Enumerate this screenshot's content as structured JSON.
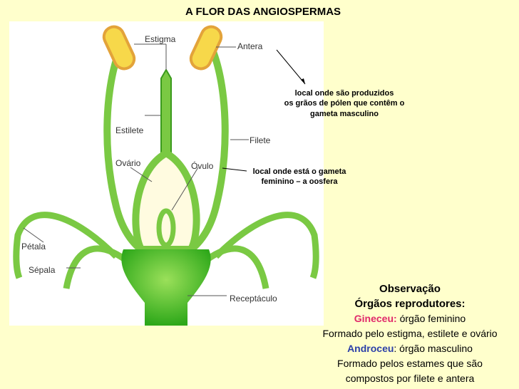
{
  "title": "A FLOR DAS ANGIOSPERMAS",
  "labels": {
    "estigma": "Estigma",
    "antera": "Antera",
    "estilete": "Estilete",
    "filete": "Filete",
    "ovario": "Ovário",
    "ovulo": "Óvulo",
    "petala": "Pétala",
    "sepala": "Sépala",
    "receptaculo": "Receptáculo"
  },
  "notes": {
    "antera_line1": "local onde são produzidos",
    "antera_line2": "os grãos de pólen que contêm o",
    "antera_line3": "gameta masculino",
    "ovulo_line1": "local onde está o gameta",
    "ovulo_line2": "feminino – a oosfera"
  },
  "observation": {
    "heading1": "Observação",
    "heading2": "Órgãos reprodutores:",
    "gineceu_term": "Gineceu:",
    "gineceu_desc": " órgão feminino",
    "gineceu_detail": "Formado pelo estigma, estilete e ovário",
    "androceu_term": "Androceu",
    "androceu_colon": ":",
    "androceu_desc": " órgão masculino",
    "androceu_detail1": "Formado pelos estames que são",
    "androceu_detail2": "compostos por filete e antera"
  },
  "colors": {
    "background": "#ffffcc",
    "plant_green": "#7ac943",
    "dark_green": "#3a9a1c",
    "anther_yellow": "#f7d84a",
    "gineceu": "#e0286a",
    "androceu": "#2b3fa8"
  }
}
